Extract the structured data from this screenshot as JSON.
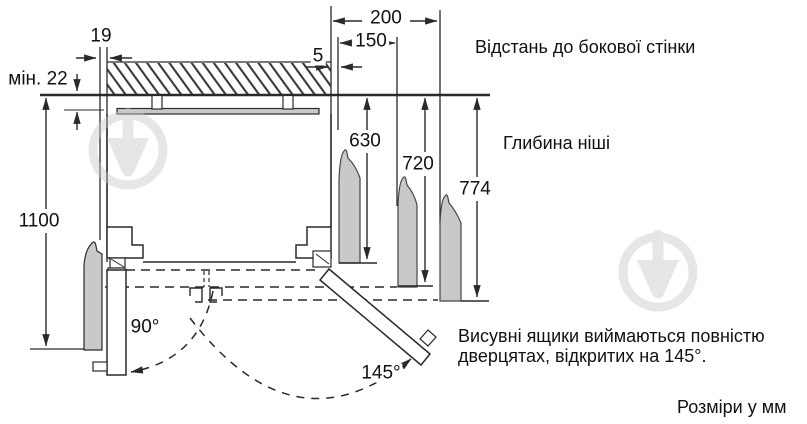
{
  "diagram": {
    "dims": {
      "d19": "19",
      "min22": "мін. 22",
      "d1100": "1100",
      "d5": "5",
      "d150": "150",
      "d200": "200",
      "d630": "630",
      "d720": "720",
      "d774": "774",
      "a90": "90°",
      "a145": "145°"
    },
    "labels": {
      "side_wall": "Відстань до бокової стінки",
      "niche_depth": "Глибина ніші",
      "note1": "Висувні ящики виймаються повністю",
      "note2": "дверцятах, відкритих на 145°.",
      "units": "Розміри у мм"
    },
    "colors": {
      "line": "#2a2a2a",
      "gray_fill": "#c9c9c9",
      "watermark": "#c9c9c9"
    }
  }
}
